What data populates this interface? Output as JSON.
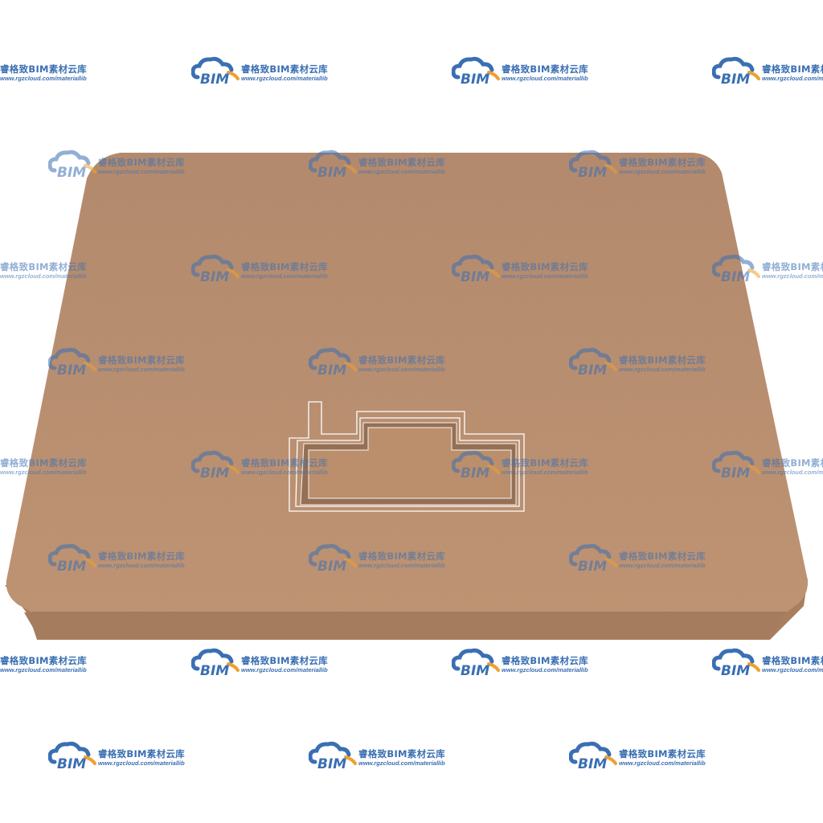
{
  "watermark": {
    "logo_text": "BIM",
    "title": "睿格致BIM素材云库",
    "url": "www.rgzcloud.com/materiallib",
    "colors": {
      "brand_blue": "#3a6fb3",
      "brand_orange": "#f0a030"
    }
  },
  "model": {
    "name": "",
    "top_color": "#b98c68",
    "side_color": "#a77f60",
    "outline_color": "#ffffff"
  }
}
